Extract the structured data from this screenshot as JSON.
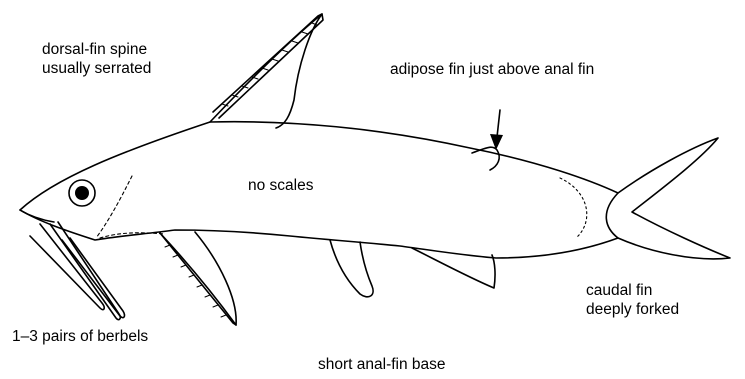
{
  "labels": {
    "dorsal_line1": "dorsal-fin spine",
    "dorsal_line2": "usually serrated",
    "adipose": "adipose fin just above anal fin",
    "scales": "no scales",
    "caudal_line1": "caudal fin",
    "caudal_line2": "deeply forked",
    "barbels": "1–3 pairs of berbels",
    "anal": "short anal-fin base"
  },
  "colors": {
    "ink": "#000000",
    "background": "#ffffff"
  }
}
